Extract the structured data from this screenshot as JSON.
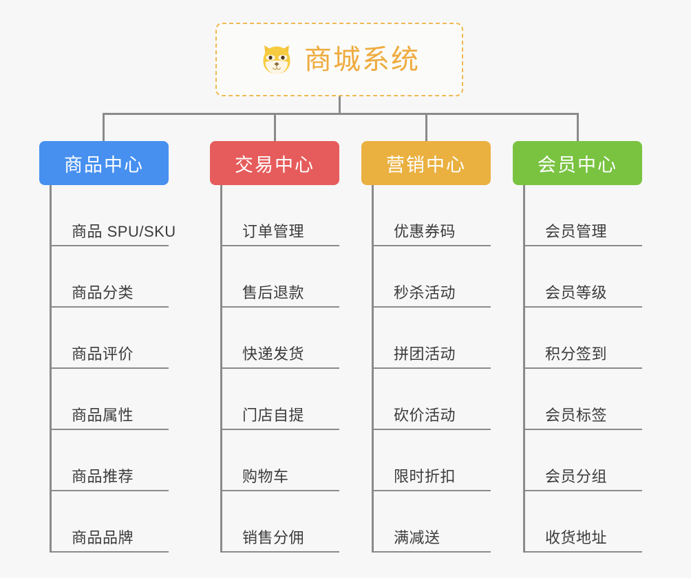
{
  "root": {
    "icon": "shiba-dog-face-icon",
    "title": "商城系统",
    "border_color": "#f0b952",
    "text_color": "#eeab3e"
  },
  "connector_color": "#8a8a8a",
  "background_color": "#f7f7f7",
  "branches": [
    {
      "label": "商品中心",
      "color": "#4790f0",
      "items": [
        "商品 SPU/SKU",
        "商品分类",
        "商品评价",
        "商品属性",
        "商品推荐",
        "商品品牌"
      ]
    },
    {
      "label": "交易中心",
      "color": "#e65c5c",
      "items": [
        "订单管理",
        "售后退款",
        "快递发货",
        "门店自提",
        "购物车",
        "销售分佣"
      ]
    },
    {
      "label": "营销中心",
      "color": "#eab040",
      "items": [
        "优惠券码",
        "秒杀活动",
        "拼团活动",
        "砍价活动",
        "限时折扣",
        "满减送"
      ]
    },
    {
      "label": "会员中心",
      "color": "#79c341",
      "items": [
        "会员管理",
        "会员等级",
        "积分签到",
        "会员标签",
        "会员分组",
        "收货地址"
      ]
    }
  ]
}
